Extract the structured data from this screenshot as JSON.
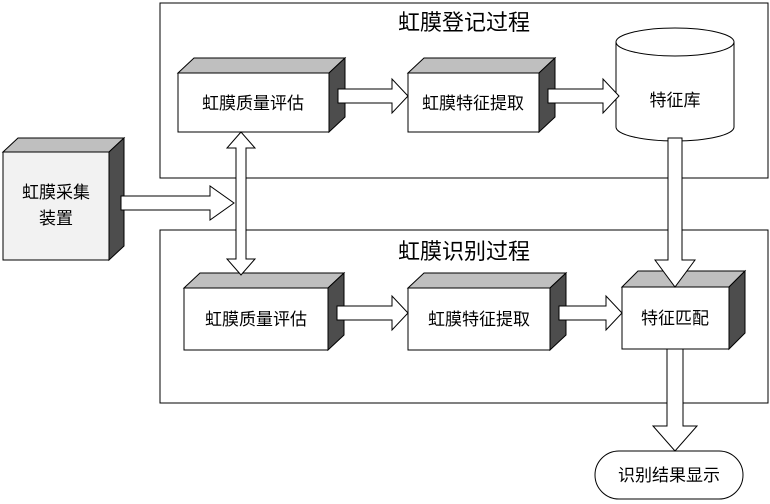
{
  "registration": {
    "title": "虹膜登记过程",
    "quality_assessment": "虹膜质量评估",
    "feature_extraction": "虹膜特征提取",
    "feature_database": "特征库"
  },
  "recognition": {
    "title": "虹膜识别过程",
    "quality_assessment": "虹膜质量评估",
    "feature_extraction": "虹膜特征提取",
    "feature_matching": "特征匹配"
  },
  "capture_device": {
    "line1": "虹膜采集",
    "line2": "装置"
  },
  "result_display": "识别结果显示",
  "colors": {
    "box_front": "#ffffff",
    "box_top": "#bfbfbf",
    "box_side": "#4d4d4d",
    "capture_front": "#f2f2f2",
    "stroke": "#000000"
  }
}
